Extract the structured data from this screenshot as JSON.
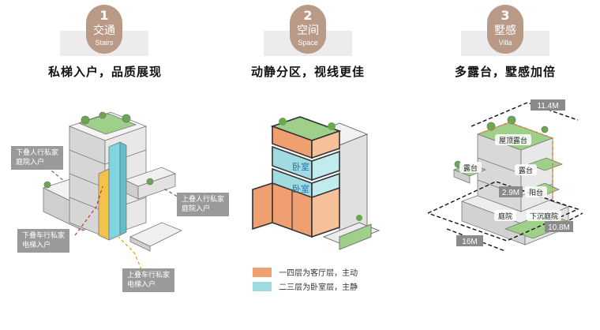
{
  "sections": [
    {
      "number": "1",
      "title_cn": "交通",
      "title_en": "Stairs",
      "heading": "私梯入户，品质展现"
    },
    {
      "number": "2",
      "title_cn": "空间",
      "title_en": "Space",
      "heading": "动静分区，视线更佳"
    },
    {
      "number": "3",
      "title_cn": "墅感",
      "title_en": "Villa",
      "heading": "多露台，墅感加倍"
    }
  ],
  "stairs_callouts": {
    "lower_person": [
      "下叠人行私家",
      "庭院入户"
    ],
    "upper_person": [
      "上叠人行私家",
      "庭院入户"
    ],
    "lower_car": [
      "下叠车行私家",
      "电梯入户"
    ],
    "upper_car": [
      "上叠车行私家",
      "电梯入户"
    ]
  },
  "space_labels": {
    "bedroom_upper": "卧室",
    "bedroom_lower": "卧室"
  },
  "legend": [
    {
      "color": "#f0a070",
      "label": "一四层为客厅层，主动"
    },
    {
      "color": "#9fdbe0",
      "label": "二三层为卧室层，主静"
    }
  ],
  "villa_labels": {
    "roof_terrace": "屋顶露台",
    "terrace_left": "露台",
    "terrace_mid": "露台",
    "balcony": "阳台",
    "courtyard": "庭院",
    "sunken_courtyard": "下沉庭院",
    "dim_top": "11.4M",
    "dim_mid": "2.9M",
    "dim_bottom_left": "16M",
    "dim_bottom_right": "10.8M"
  },
  "colors": {
    "badge": "#b89a86",
    "badge_bar": "#ececec",
    "living_zone": "#f0a070",
    "bedroom_zone": "#9fdbe0",
    "green_roof": "#9ed08a",
    "dim_label_bg": "#8a8a8a",
    "callout_bg": "#9a9a9a"
  }
}
